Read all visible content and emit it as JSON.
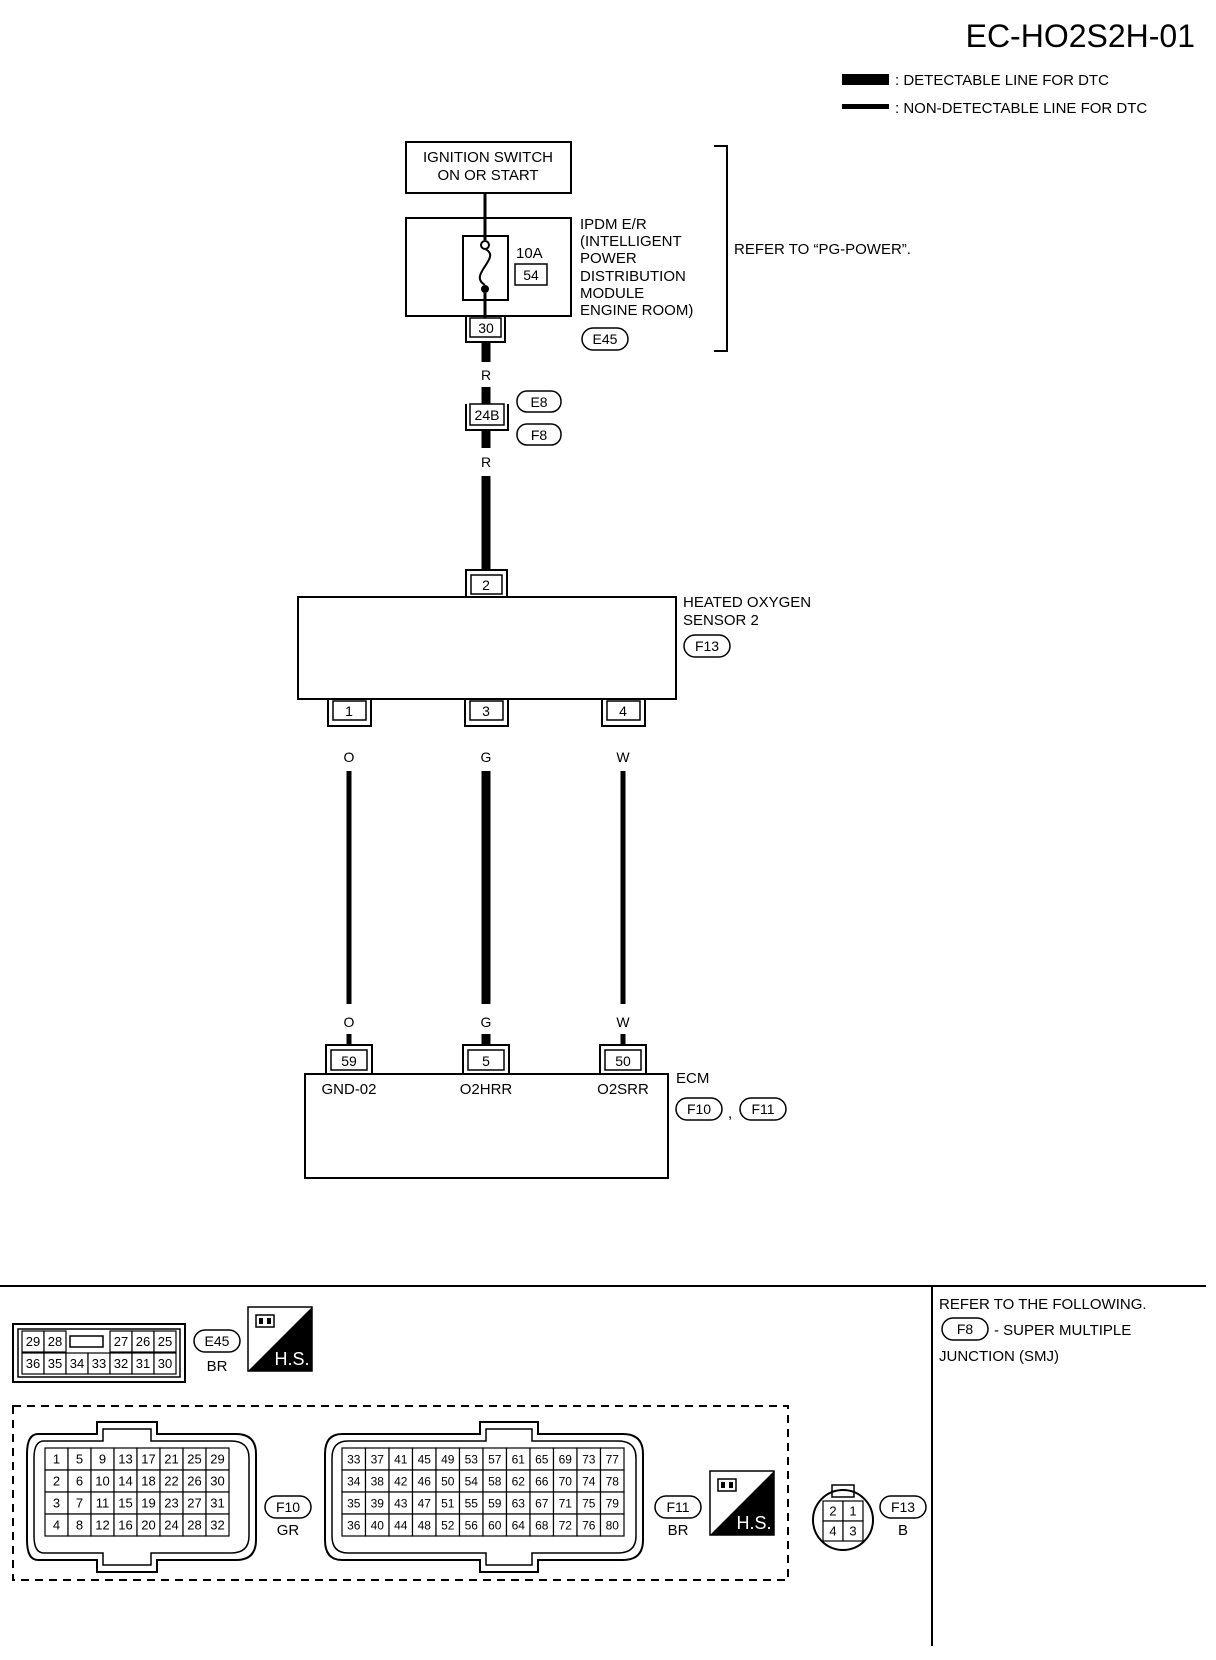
{
  "title": "EC-HO2S2H-01",
  "legend": {
    "detectable": ": DETECTABLE LINE FOR DTC",
    "non_detectable": ": NON-DETECTABLE LINE FOR DTC"
  },
  "ignition": {
    "line1": "IGNITION SWITCH",
    "line2": "ON OR START"
  },
  "ipdm": {
    "lines": [
      "IPDM E/R",
      "(INTELLIGENT",
      "POWER",
      "DISTRIBUTION",
      "MODULE",
      "ENGINE ROOM)"
    ],
    "fuse_rating": "10A",
    "fuse_number": "54",
    "terminal": "30",
    "connector": "E45"
  },
  "refer_power": "REFER TO “PG-POWER”.",
  "wire_color_power": "R",
  "junction": {
    "terminal": "24B",
    "connector_top": "E8",
    "connector_bottom": "F8"
  },
  "sensor": {
    "line1": "HEATED OXYGEN",
    "line2": "SENSOR 2",
    "connector": "F13",
    "top_terminal": "2",
    "terminals": [
      "1",
      "3",
      "4"
    ]
  },
  "wires": [
    "O",
    "G",
    "W"
  ],
  "ecm": {
    "label": "ECM",
    "terminals": [
      "59",
      "5",
      "50"
    ],
    "signals": [
      "GND-02",
      "O2HRR",
      "O2SRR"
    ],
    "connector_1": "F10",
    "connector_2": "F11",
    "separator": ","
  },
  "refer_following": {
    "line1": "REFER TO THE FOLLOWING.",
    "connector": "F8",
    "line2": "- SUPER MULTIPLE",
    "line3": "JUNCTION (SMJ)"
  },
  "e45_block": {
    "row1": [
      "29",
      "28",
      "",
      "27",
      "26",
      "25"
    ],
    "row2": [
      "36",
      "35",
      "34",
      "33",
      "32",
      "31",
      "30"
    ],
    "connector": "E45",
    "color": "BR"
  },
  "hs_badge": "H.S.",
  "f10_block": {
    "rows": [
      [
        "1",
        "5",
        "9",
        "13",
        "17",
        "21",
        "25",
        "29"
      ],
      [
        "2",
        "6",
        "10",
        "14",
        "18",
        "22",
        "26",
        "30"
      ],
      [
        "3",
        "7",
        "11",
        "15",
        "19",
        "23",
        "27",
        "31"
      ],
      [
        "4",
        "8",
        "12",
        "16",
        "20",
        "24",
        "28",
        "32"
      ]
    ],
    "connector": "F10",
    "color": "GR"
  },
  "f11_block": {
    "rows": [
      [
        "33",
        "37",
        "41",
        "45",
        "49",
        "53",
        "57",
        "61",
        "65",
        "69",
        "73",
        "77"
      ],
      [
        "34",
        "38",
        "42",
        "46",
        "50",
        "54",
        "58",
        "62",
        "66",
        "70",
        "74",
        "78"
      ],
      [
        "35",
        "39",
        "43",
        "47",
        "51",
        "55",
        "59",
        "63",
        "67",
        "71",
        "75",
        "79"
      ],
      [
        "36",
        "40",
        "44",
        "48",
        "52",
        "56",
        "60",
        "64",
        "68",
        "72",
        "76",
        "80"
      ]
    ],
    "connector": "F11",
    "color": "BR"
  },
  "f13_block": {
    "pins": [
      "2",
      "1",
      "4",
      "3"
    ],
    "connector": "F13",
    "color": "B"
  }
}
